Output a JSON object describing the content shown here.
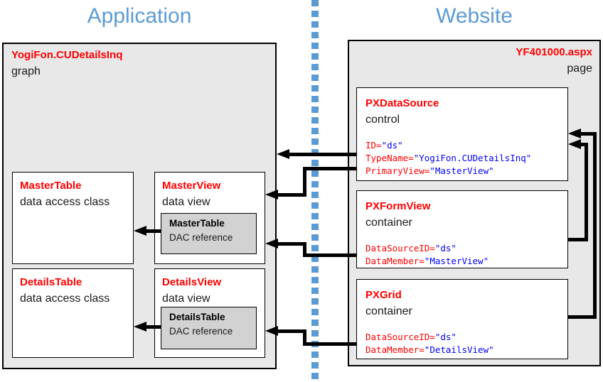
{
  "headings": {
    "application": "Application",
    "website": "Website"
  },
  "colors": {
    "heading_blue": "#5B9BD5",
    "title_red": "#FF0000",
    "code_attr_red": "#FF0000",
    "code_value_blue": "#0000FF",
    "panel_gray": "#E8E8E8",
    "dac_gray": "#D2D2D2",
    "arrow_black": "#000000"
  },
  "app": {
    "title": "YogiFon.CUDetailsInq",
    "subtitle": "graph",
    "master_table": {
      "title": "MasterTable",
      "subtitle": "data access class"
    },
    "master_view": {
      "title": "MasterView",
      "subtitle": "data view",
      "dac": {
        "title": "MasterTable",
        "subtitle": "DAC reference"
      }
    },
    "details_table": {
      "title": "DetailsTable",
      "subtitle": "data access class"
    },
    "details_view": {
      "title": "DetailsView",
      "subtitle": "data view",
      "dac": {
        "title": "DetailsTable",
        "subtitle": "DAC reference"
      }
    }
  },
  "website": {
    "title": "YF401000.aspx",
    "subtitle": "page",
    "datasource": {
      "title": "PXDataSource",
      "subtitle": "control",
      "code": [
        {
          "k": "ID=",
          "v": "\"ds\""
        },
        {
          "k": "TypeName=",
          "v": "\"YogiFon.CUDetailsInq\""
        },
        {
          "k": "PrimaryView=",
          "v": "\"MasterView\""
        }
      ]
    },
    "formview": {
      "title": "PXFormView",
      "subtitle": "container",
      "code": [
        {
          "k": "DataSourceID=",
          "v": "\"ds\""
        },
        {
          "k": "DataMember=",
          "v": "\"MasterView\""
        }
      ]
    },
    "grid": {
      "title": "PXGrid",
      "subtitle": "container",
      "code": [
        {
          "k": "DataSourceID=",
          "v": "\"ds\""
        },
        {
          "k": "DataMember=",
          "v": "\"DetailsView\""
        }
      ]
    }
  },
  "arrows": [
    {
      "from": "PXDataSource.TypeName",
      "to": "graph-box"
    },
    {
      "from": "PXDataSource.PrimaryView",
      "to": "MasterView"
    },
    {
      "from": "PXFormView.DataMember",
      "to": "MasterView"
    },
    {
      "from": "PXGrid.DataMember",
      "to": "DetailsView"
    },
    {
      "from": "MasterView.DAC",
      "to": "MasterTable"
    },
    {
      "from": "DetailsView.DAC",
      "to": "DetailsTable"
    },
    {
      "from": "PXFormView.DataSourceID",
      "to": "PXDataSource"
    },
    {
      "from": "PXGrid.DataSourceID",
      "to": "PXDataSource"
    }
  ]
}
